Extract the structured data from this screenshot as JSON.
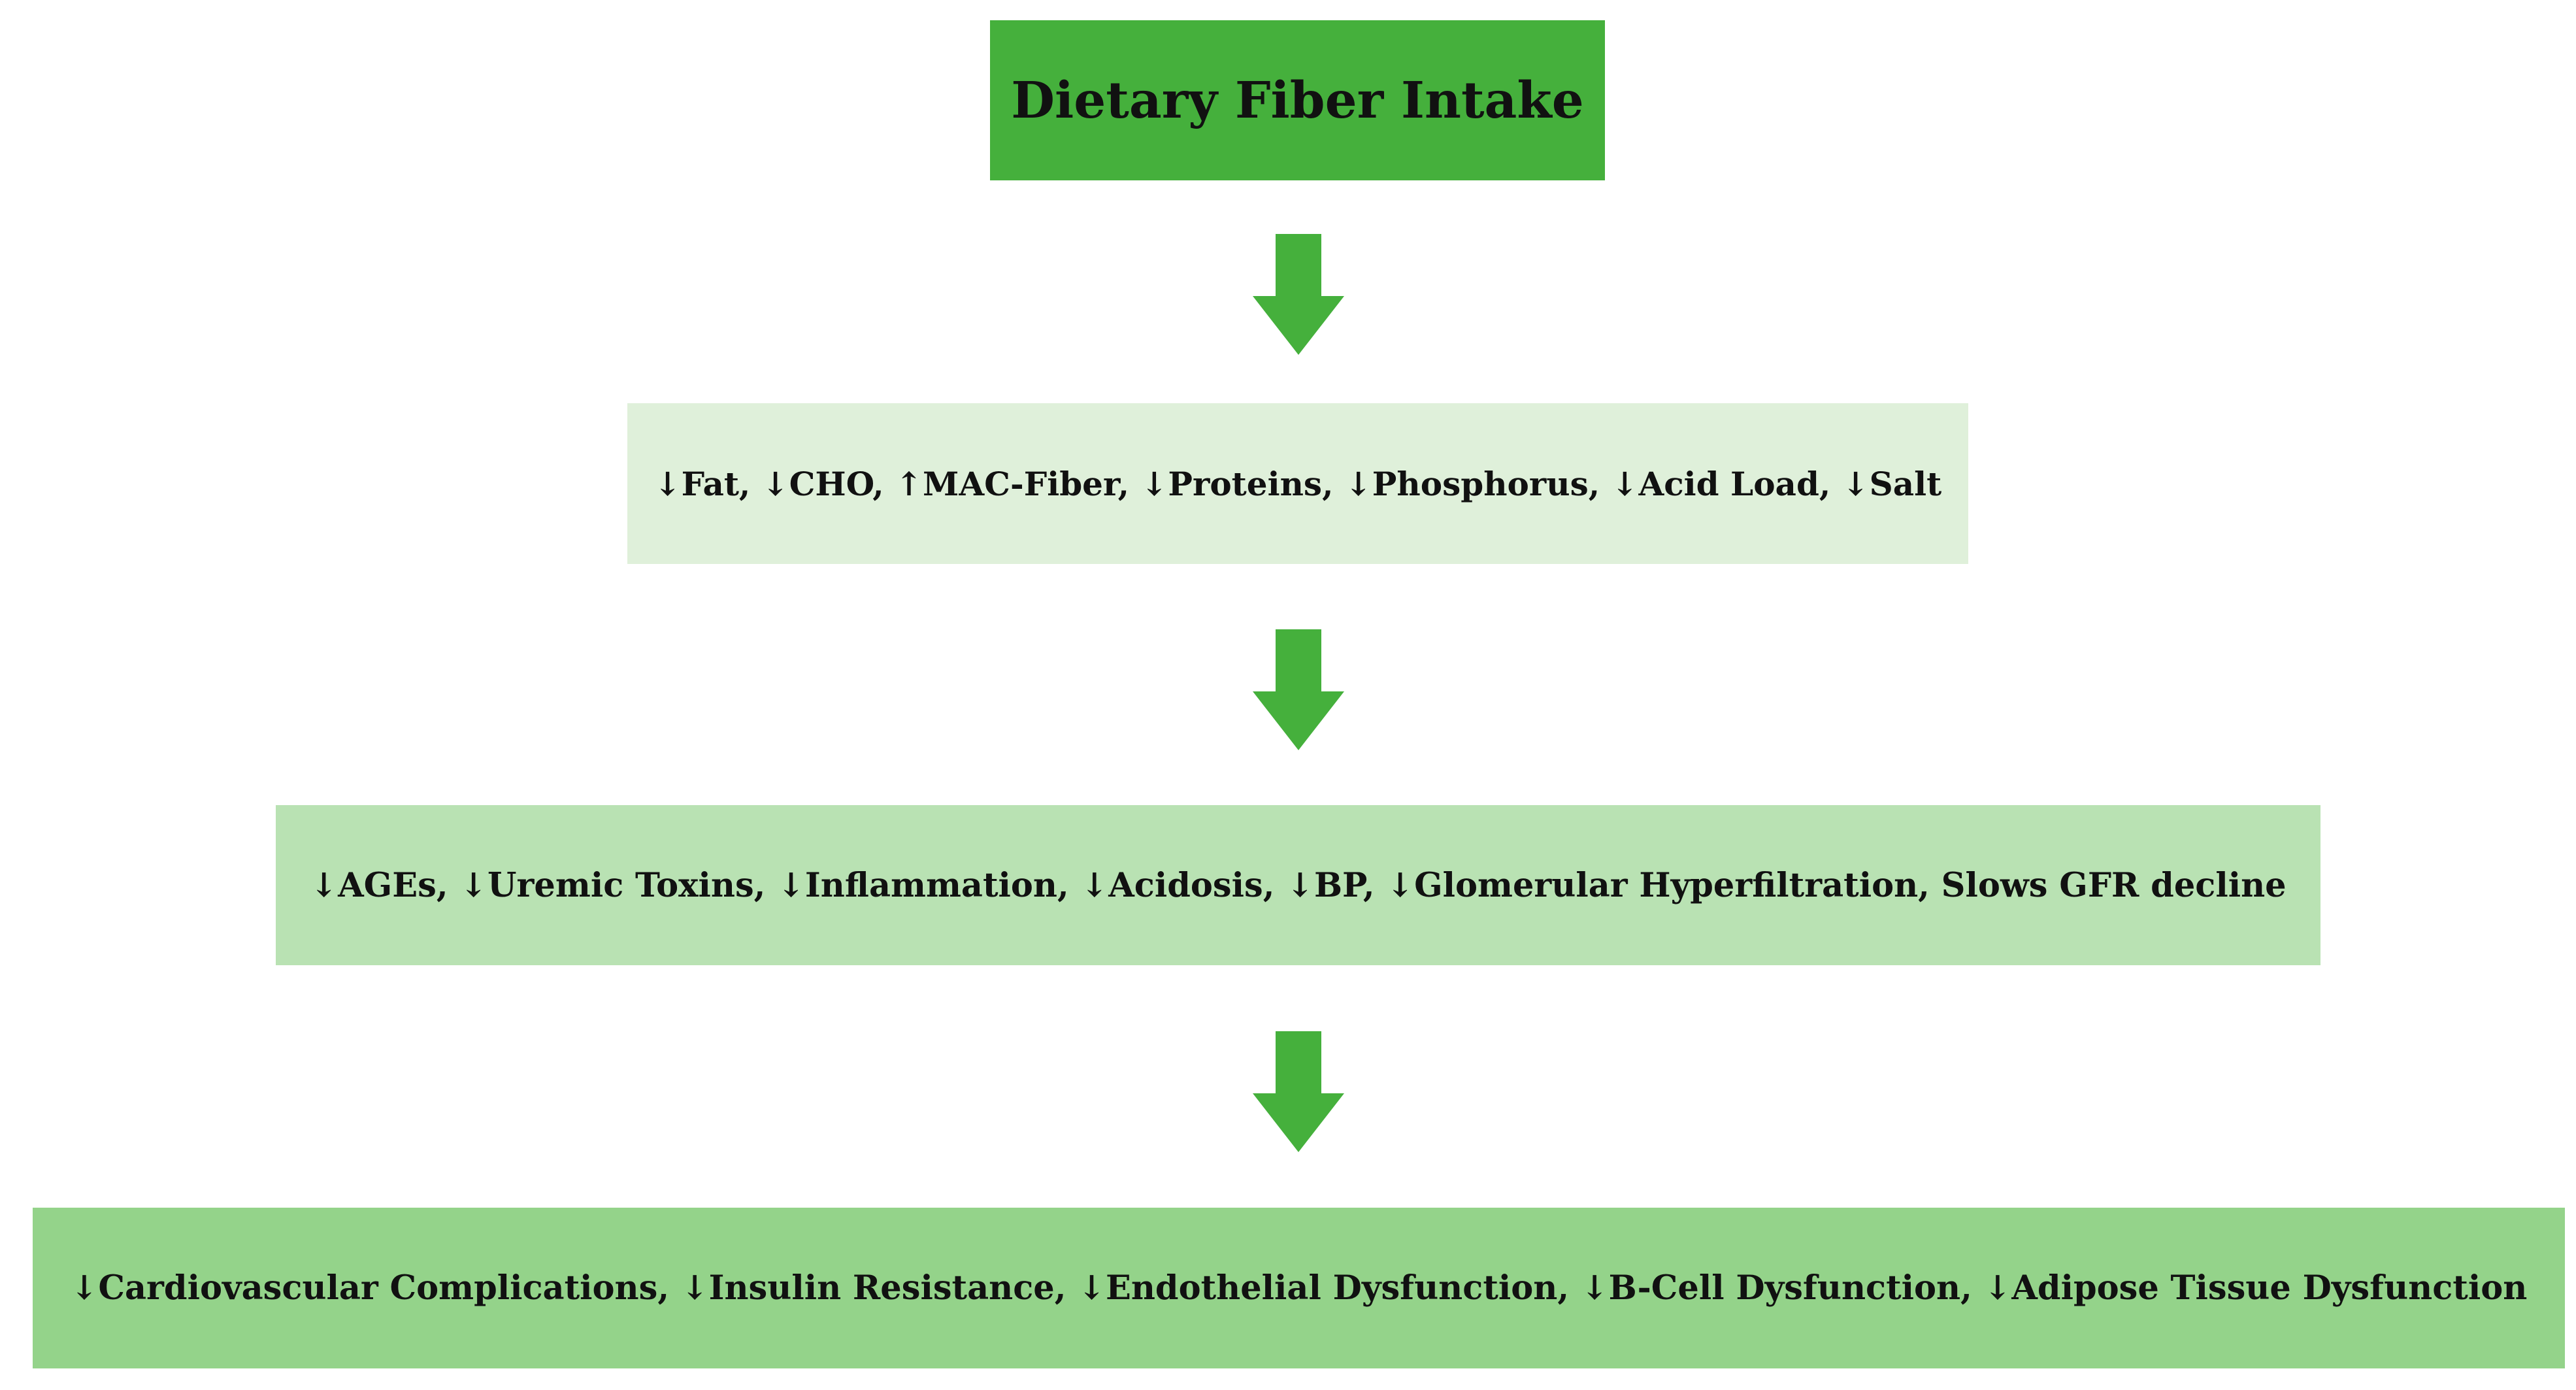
{
  "diagram": {
    "accent_color": "#45b03c",
    "nodes": [
      {
        "id": "node1",
        "text": "Dietary Fiber Intake",
        "fill": "#45b03c"
      },
      {
        "id": "node2",
        "text": "↓Fat, ↓CHO, ↑MAC-Fiber, ↓Proteins, ↓Phosphorus, ↓Acid Load, ↓Salt",
        "fill": "#dff0da"
      },
      {
        "id": "node3",
        "text": "↓AGEs, ↓Uremic Toxins, ↓Inflammation, ↓Acidosis, ↓BP, ↓Glomerular Hyperfiltration, Slows GFR decline",
        "fill": "#b9e2b3"
      },
      {
        "id": "node4",
        "text": "↓Cardiovascular Complications, ↓Insulin Resistance, ↓Endothelial Dysfunction, ↓B-Cell Dysfunction, ↓Adipose Tissue Dysfunction",
        "fill": "#94d38a"
      }
    ],
    "edges": [
      {
        "from": "node1",
        "to": "node2",
        "icon": "down-arrow-icon"
      },
      {
        "from": "node2",
        "to": "node3",
        "icon": "down-arrow-icon"
      },
      {
        "from": "node3",
        "to": "node4",
        "icon": "down-arrow-icon"
      }
    ]
  }
}
